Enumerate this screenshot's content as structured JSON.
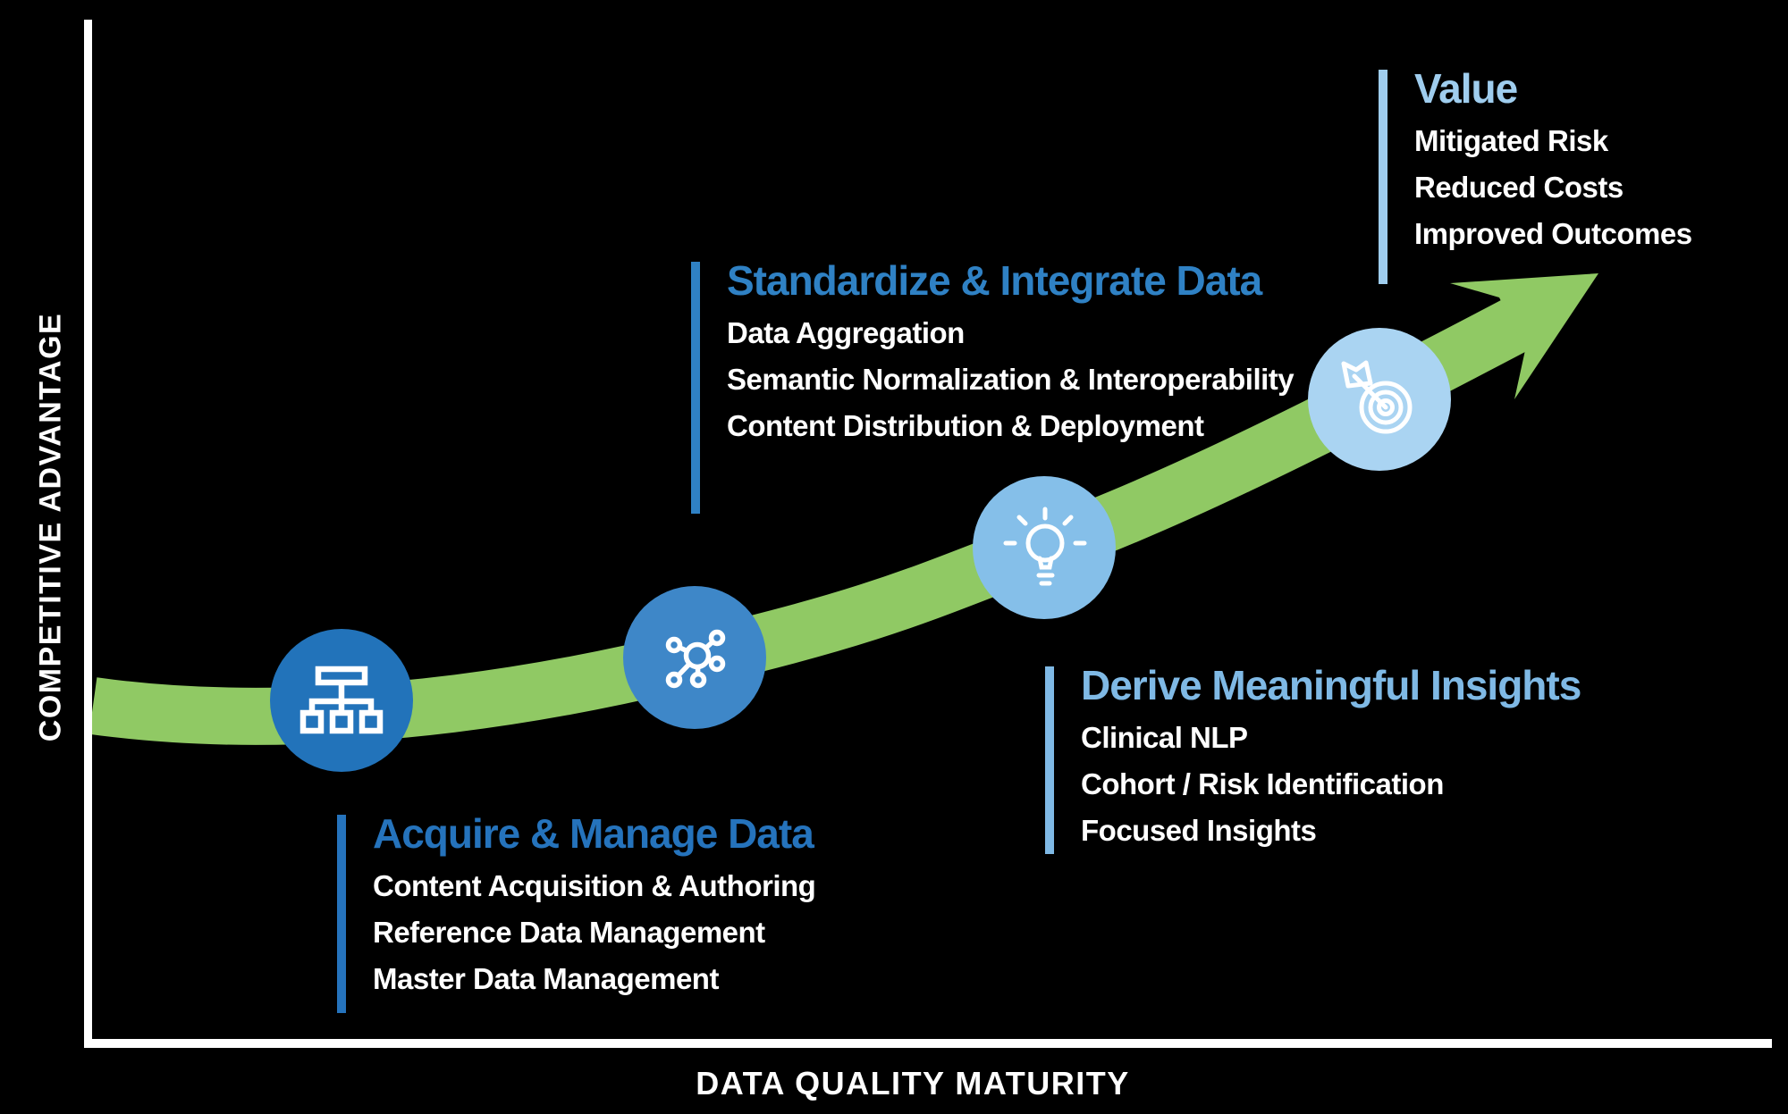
{
  "axes": {
    "y_label": "COMPETITIVE ADVANTAGE",
    "x_label": "DATA QUALITY MATURITY",
    "color": "#ffffff"
  },
  "background": "#000000",
  "curve": {
    "color": "#90C964",
    "description": "upward swoosh arrow from lower-left to upper-right"
  },
  "stages": [
    {
      "title": "Acquire & Manage Data",
      "items": [
        "Content Acquisition & Authoring",
        "Reference Data Management",
        "Master Data Management"
      ],
      "accent": "#2573BC",
      "circle": "#2273BA",
      "icon": "org-chart-icon"
    },
    {
      "title": "Standardize & Integrate Data",
      "items": [
        "Data Aggregation",
        "Semantic Normalization & Interoperability",
        "Content Distribution & Deployment"
      ],
      "accent": "#2F81C4",
      "circle": "#3E87C8",
      "icon": "network-hub-icon"
    },
    {
      "title": "Derive Meaningful Insights",
      "items": [
        "Clinical NLP",
        "Cohort / Risk Identification",
        "Focused Insights"
      ],
      "accent": "#7FB9E5",
      "circle": "#85BFE9",
      "icon": "lightbulb-icon"
    },
    {
      "title": "Value",
      "items": [
        "Mitigated Risk",
        "Reduced Costs",
        "Improved Outcomes"
      ],
      "accent": "#9FCDEE",
      "circle": "#AAD4F2",
      "icon": "target-arrow-icon"
    }
  ]
}
